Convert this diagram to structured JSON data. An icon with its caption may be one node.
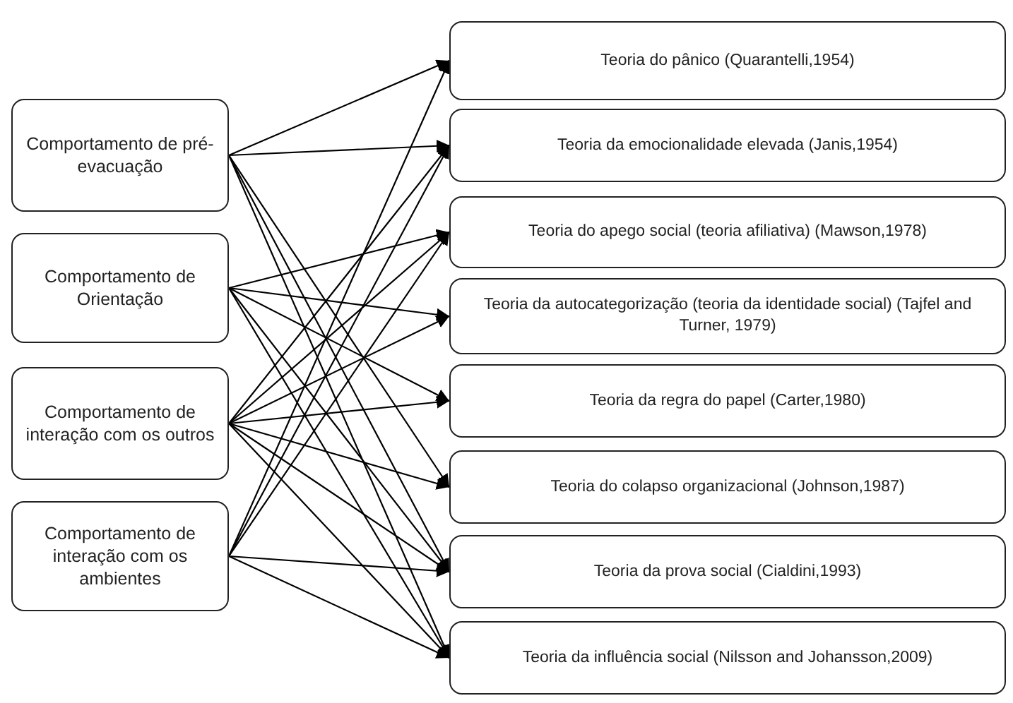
{
  "diagram": {
    "nodes": [
      {
        "text": [
          "Comportamento de pré-evacuação"
        ]
      },
      {
        "text": [
          "Comportamento de Orientação"
        ]
      },
      {
        "text": [
          "Comportamento de interação com os outros"
        ]
      },
      {
        "text": [
          "Comportamento de interação com os ambientes"
        ]
      },
      {
        "text": [
          "Teoria do pânico (Quarantelli,1954)"
        ]
      },
      {
        "text": [
          "Teoria da emocionalidade elevada (Janis,1954)"
        ]
      },
      {
        "text": [
          "Teoria do apego social (teoria afiliativa) (Mawson,1978)"
        ]
      },
      {
        "text": [
          "Teoria da autocategorização (teoria da identidade social) (Tajfel and Turner, 1979)"
        ]
      },
      {
        "text": [
          "Teoria da regra do papel (Carter,1980)"
        ]
      },
      {
        "text": [
          "Teoria do colapso organizacional (Johnson,1987)"
        ]
      },
      {
        "text": [
          "Teoria da prova social (Cialdini,1993)"
        ]
      },
      {
        "text": [
          "Teoria da influência social (Nilsson and Johansson,2009)"
        ]
      }
    ],
    "edges": [
      {
        "from": 0,
        "to": 4,
        "arrow": "to"
      },
      {
        "from": 0,
        "to": 5,
        "arrow": "to"
      },
      {
        "from": 0,
        "to": 9,
        "arrow": "to"
      },
      {
        "from": 0,
        "to": 10,
        "arrow": "to"
      },
      {
        "from": 0,
        "to": 11,
        "arrow": "to"
      },
      {
        "from": 1,
        "to": 6,
        "arrow": "to"
      },
      {
        "from": 1,
        "to": 7,
        "arrow": "to"
      },
      {
        "from": 1,
        "to": 8,
        "arrow": "to"
      },
      {
        "from": 1,
        "to": 10,
        "arrow": "to"
      },
      {
        "from": 1,
        "to": 11,
        "arrow": "to"
      },
      {
        "from": 2,
        "to": 5,
        "arrow": "to"
      },
      {
        "from": 2,
        "to": 6,
        "arrow": "to"
      },
      {
        "from": 2,
        "to": 7,
        "arrow": "to"
      },
      {
        "from": 2,
        "to": 8,
        "arrow": "to"
      },
      {
        "from": 2,
        "to": 9,
        "arrow": "to"
      },
      {
        "from": 2,
        "to": 10,
        "arrow": "to"
      },
      {
        "from": 2,
        "to": 11,
        "arrow": "to"
      },
      {
        "from": 3,
        "to": 4,
        "arrow": "to"
      },
      {
        "from": 3,
        "to": 5,
        "arrow": "to"
      },
      {
        "from": 3,
        "to": 6,
        "arrow": "to"
      },
      {
        "from": 3,
        "to": 10,
        "arrow": "to"
      },
      {
        "from": 3,
        "to": 11,
        "arrow": "to"
      }
    ]
  }
}
